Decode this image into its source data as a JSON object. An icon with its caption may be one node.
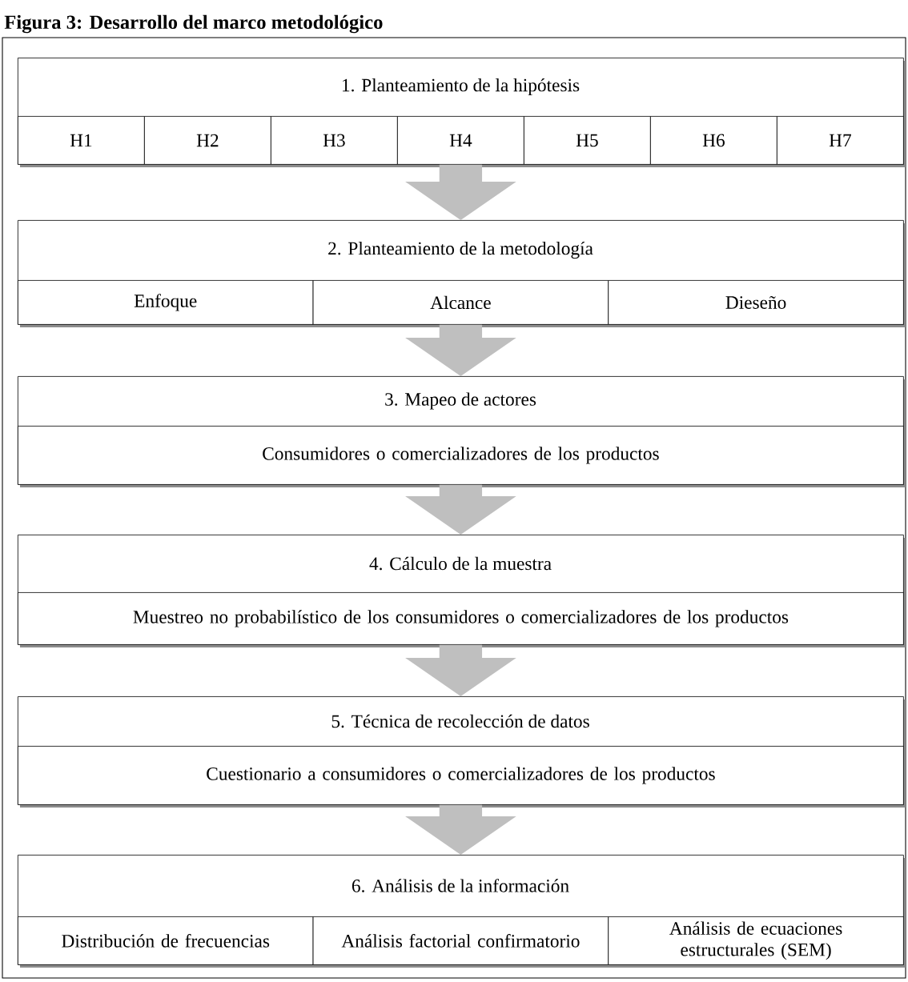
{
  "diagram": {
    "title": "Figura 3: Desarrollo del marco metodológico",
    "nodes": [
      {
        "text": [
          "1. Planteamiento de la hipótesis"
        ]
      },
      {
        "text": [
          "H1"
        ],
        "in": 0
      },
      {
        "text": [
          "H2"
        ],
        "in": 0
      },
      {
        "text": [
          "H3"
        ],
        "in": 0
      },
      {
        "text": [
          "H4"
        ],
        "in": 0
      },
      {
        "text": [
          "H5"
        ],
        "in": 0
      },
      {
        "text": [
          "H6"
        ],
        "in": 0
      },
      {
        "text": [
          "H7"
        ],
        "in": 0
      },
      {
        "text": [
          "2. Planteamiento de la metodología"
        ]
      },
      {
        "text": [
          "Enfoque"
        ],
        "in": 8
      },
      {
        "text": [
          "Alcance"
        ],
        "in": 8
      },
      {
        "text": [
          "Dieseño"
        ],
        "in": 8
      },
      {
        "text": [
          "3. Mapeo de actores"
        ]
      },
      {
        "text": [
          "Consumidores o comercializadores de los productos"
        ],
        "in": 12
      },
      {
        "text": [
          "4. Cálculo de la muestra"
        ]
      },
      {
        "text": [
          "Muestreo no probabilístico de los consumidores o comercializadores de los productos"
        ],
        "in": 14
      },
      {
        "text": [
          "5. Técnica de recolección de datos"
        ]
      },
      {
        "text": [
          "Cuestionario a consumidores o comercializadores de los productos"
        ],
        "in": 16
      },
      {
        "text": [
          "6. Análisis de la información"
        ]
      },
      {
        "text": [
          "Distribución de frecuencias"
        ],
        "in": 18
      },
      {
        "text": [
          "Análisis factorial confirmatorio"
        ],
        "in": 18
      },
      {
        "text": [
          "Análisis de ecuaciones estructurales (SEM)"
        ],
        "in": 18
      }
    ],
    "edges": [
      {
        "from": 0,
        "to": 8,
        "arrow": "to"
      },
      {
        "from": 8,
        "to": 12,
        "arrow": "to"
      },
      {
        "from": 12,
        "to": 14,
        "arrow": "to"
      },
      {
        "from": 14,
        "to": 16,
        "arrow": "to"
      },
      {
        "from": 16,
        "to": 18,
        "arrow": "to"
      }
    ]
  }
}
